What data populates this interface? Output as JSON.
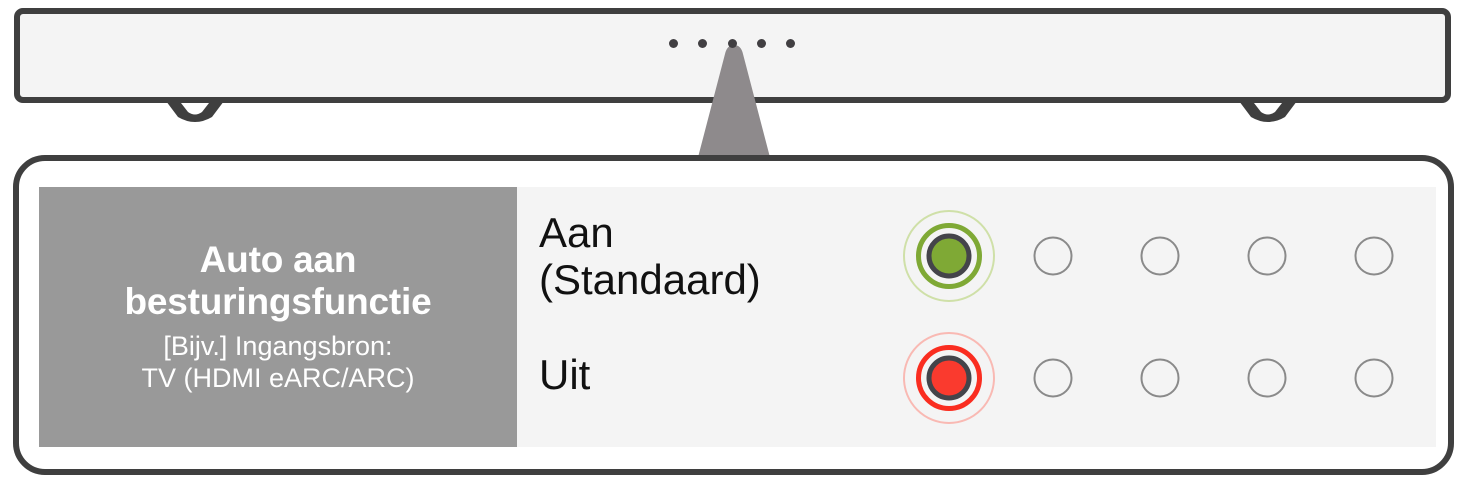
{
  "device": {
    "name": "soundbar",
    "indicator_dots": 5,
    "dot_color": "#413f42",
    "body_color": "#f4f4f4",
    "border_color": "#3f3f3f",
    "beam_color": "#8e8a8c",
    "feet": [
      "soundbar-foot-left",
      "soundbar-foot-right"
    ]
  },
  "card": {
    "panel": {
      "title": "Auto aan besturingsfunctie",
      "subtitle_line1": "[Bijv.] Ingangsbron:",
      "subtitle_line2": "TV (HDMI eARC/ARC)",
      "background_color": "#999999",
      "text_color": "#ffffff"
    },
    "options": [
      {
        "id": "on",
        "label": "Aan\n(Standaard)",
        "state": "active",
        "lamp_color": "#7fa935",
        "lamp_ring_color": "#7fa935",
        "lamp_halo_color": "#cfe0a8",
        "lamp_core_border": "#44444a",
        "empty_lamps": 4
      },
      {
        "id": "off",
        "label": "Uit",
        "state": "active",
        "lamp_color": "#fa3a2e",
        "lamp_ring_color": "#fa2d20",
        "lamp_halo_color": "#f9b9b3",
        "lamp_core_border": "#44444a",
        "empty_lamps": 4
      }
    ],
    "empty_lamp_border_color": "#8a8a8a",
    "background_color": "#f4f4f4",
    "border_color": "#3f3f3f"
  }
}
